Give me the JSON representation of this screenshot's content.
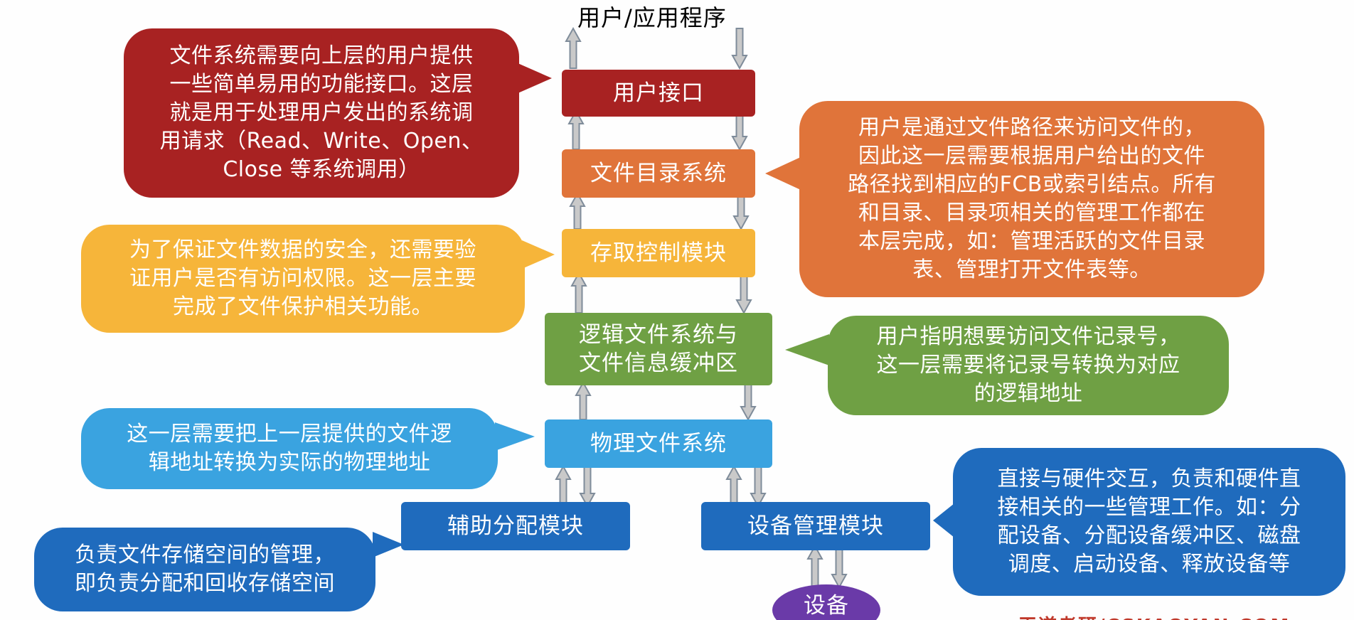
{
  "top_label": "用户/应用程序",
  "layers": {
    "user_interface": "用户接口",
    "file_directory": "文件目录系统",
    "access_control": "存取控制模块",
    "logical_fs_line1": "逻辑文件系统与",
    "logical_fs_line2": "文件信息缓冲区",
    "physical_fs": "物理文件系统",
    "aux_alloc": "辅助分配模块",
    "device_mgmt": "设备管理模块",
    "device": "设备"
  },
  "notes": {
    "user_interface": [
      "文件系统需要向上层的用户提供",
      "一些简单易用的功能接口。这层",
      "就是用于处理用户发出的系统调",
      "用请求（Read、Write、Open、",
      "Close 等系统调用）"
    ],
    "file_directory": [
      "用户是通过文件路径来访问文件的，",
      "因此这一层需要根据用户给出的文件",
      "路径找到相应的FCB或索引结点。所有",
      "和目录、目录项相关的管理工作都在",
      "本层完成，如：管理活跃的文件目录",
      "表、管理打开文件表等。"
    ],
    "access_control": [
      "为了保证文件数据的安全，还需要验",
      "证用户是否有访问权限。这一层主要",
      "完成了文件保护相关功能。"
    ],
    "logical_fs": [
      "用户指明想要访问文件记录号，",
      "这一层需要将记录号转换为对应",
      "的逻辑地址"
    ],
    "physical_fs": [
      "这一层需要把上一层提供的文件逻",
      "辑地址转换为实际的物理地址"
    ],
    "aux_alloc": [
      "负责文件存储空间的管理，",
      "即负责分配和回收存储空间"
    ],
    "device_mgmt": [
      "直接与硬件交互，负责和硬件直",
      "接相关的一些管理工作。如：分",
      "配设备、分配设备缓冲区、磁盘",
      "调度、启动设备、释放设备等"
    ]
  },
  "colors": {
    "dark_red": "#a82222",
    "orange": "#e0743a",
    "yellow": "#f6b53a",
    "green": "#6fa044",
    "light_blue": "#3aa3e0",
    "dark_blue": "#1f6bbd",
    "purple": "#6a3aa8",
    "arrow_fill": "#c9c9c9",
    "arrow_stroke": "#7f8c9a"
  },
  "watermark": "王道考研/CSKAOYAN.COM"
}
